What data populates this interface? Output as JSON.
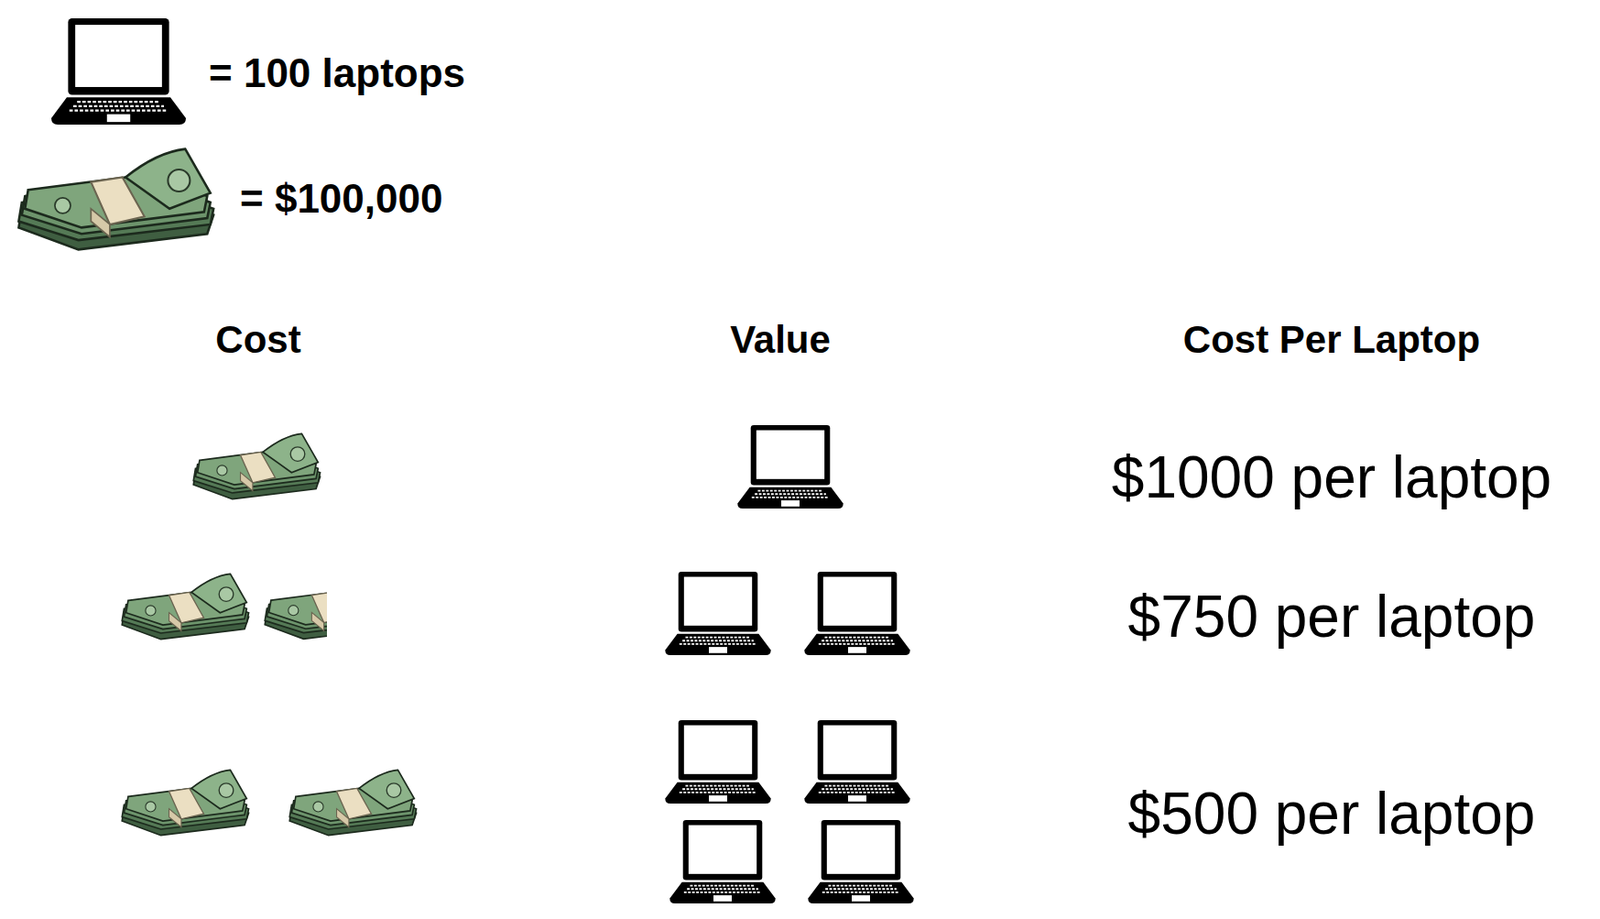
{
  "diagram": {
    "labels": [
      "Cost",
      "Value",
      "Cost Per Laptop",
      "$1000 per laptop",
      "$750 per laptop",
      "$500 per laptop"
    ],
    "legend": [
      {
        "text": "= 100 laptops"
      },
      {
        "text": "= $100,000"
      }
    ]
  }
}
